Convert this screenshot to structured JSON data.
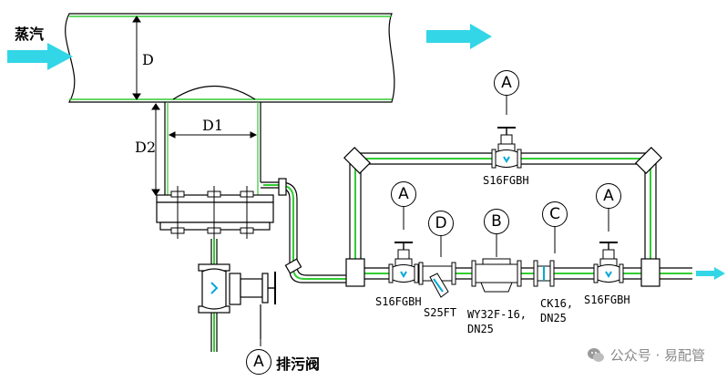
{
  "steam_label": "蒸汽",
  "dims": {
    "D": "D",
    "D1": "D1",
    "D2": "D2"
  },
  "tags": {
    "A": "A",
    "B": "B",
    "C": "C",
    "D": "D"
  },
  "valves": {
    "top_bypass": "S16FGBH",
    "inlet": "S16FGBH",
    "outlet": "S16FGBH",
    "strainer": "S25FT",
    "trap_model": "WY32F-16,",
    "trap_size": "DN25",
    "check_model": "CK16,",
    "check_size": "DN25"
  },
  "drain_label": "排污阀",
  "watermark": "公众号 · 易配管",
  "colors": {
    "pipe_green": "#33cc33",
    "flow_arrow": "#33d6e6",
    "line": "#000000"
  },
  "icons": {
    "flow_arrow": "arrow-right-icon",
    "watermark": "wechat-icon"
  }
}
